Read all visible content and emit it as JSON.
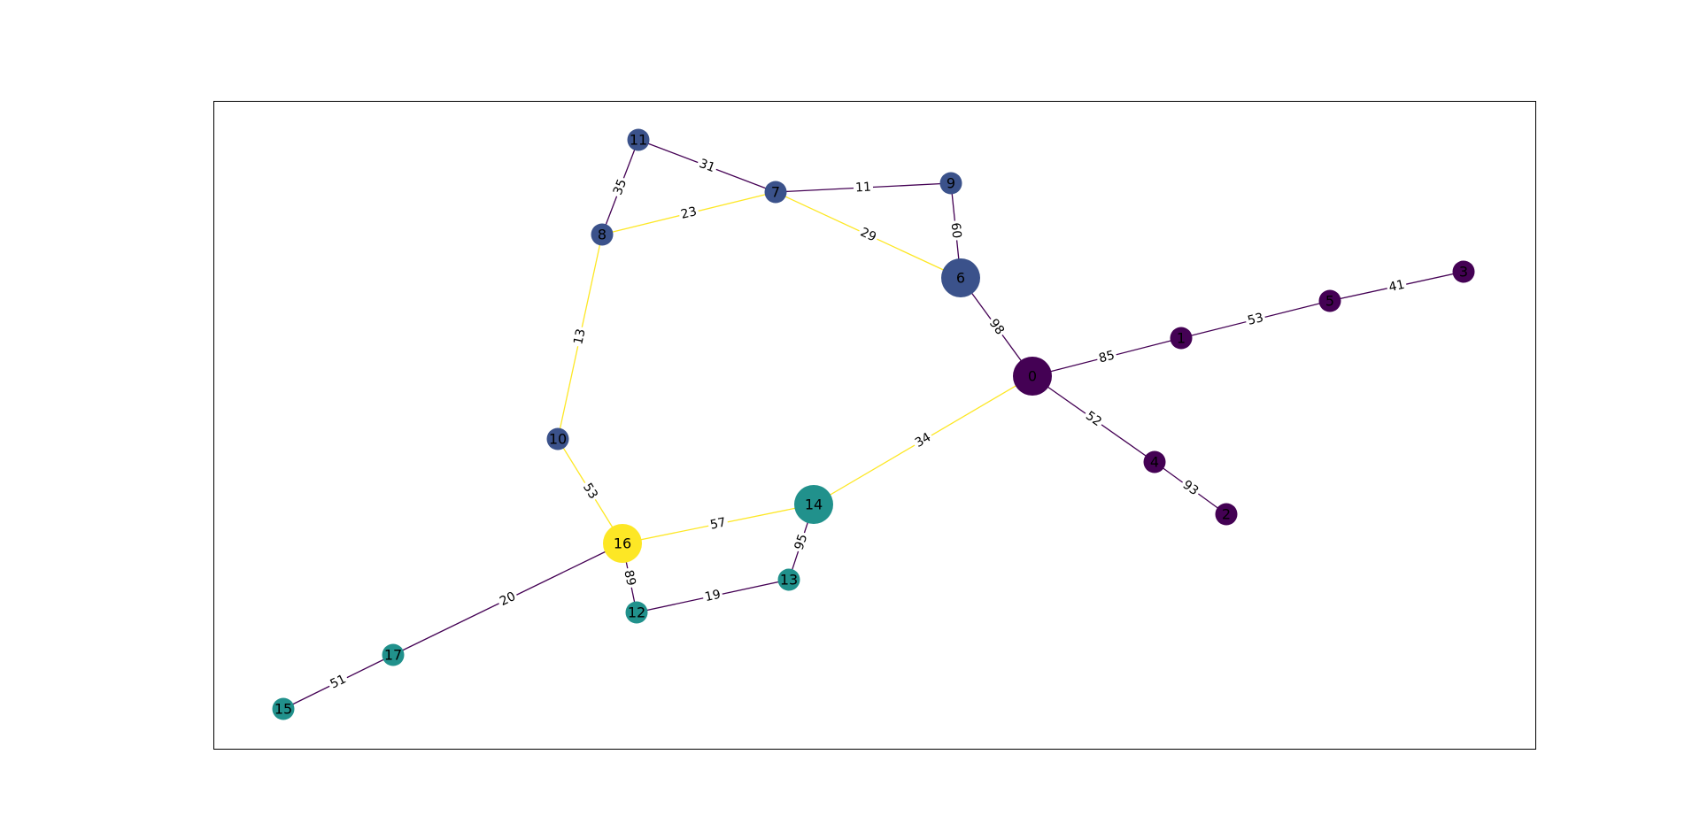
{
  "colors": {
    "purple": "#440154",
    "blue": "#3b528b",
    "teal": "#21918c",
    "yellow": "#fde725"
  },
  "nodes": [
    {
      "id": "0",
      "label": "0",
      "color": "purple",
      "size": "large"
    },
    {
      "id": "1",
      "label": "1",
      "color": "purple",
      "size": "small"
    },
    {
      "id": "2",
      "label": "2",
      "color": "purple",
      "size": "small"
    },
    {
      "id": "3",
      "label": "3",
      "color": "purple",
      "size": "small"
    },
    {
      "id": "4",
      "label": "4",
      "color": "purple",
      "size": "small"
    },
    {
      "id": "5",
      "label": "5",
      "color": "purple",
      "size": "small"
    },
    {
      "id": "6",
      "label": "6",
      "color": "blue",
      "size": "large"
    },
    {
      "id": "7",
      "label": "7",
      "color": "blue",
      "size": "small"
    },
    {
      "id": "8",
      "label": "8",
      "color": "blue",
      "size": "small"
    },
    {
      "id": "9",
      "label": "9",
      "color": "blue",
      "size": "small"
    },
    {
      "id": "10",
      "label": "10",
      "color": "blue",
      "size": "small"
    },
    {
      "id": "11",
      "label": "11",
      "color": "blue",
      "size": "small"
    },
    {
      "id": "12",
      "label": "12",
      "color": "teal",
      "size": "small"
    },
    {
      "id": "13",
      "label": "13",
      "color": "teal",
      "size": "small"
    },
    {
      "id": "14",
      "label": "14",
      "color": "teal",
      "size": "large"
    },
    {
      "id": "15",
      "label": "15",
      "color": "teal",
      "size": "small"
    },
    {
      "id": "16",
      "label": "16",
      "color": "yellow",
      "size": "large"
    },
    {
      "id": "17",
      "label": "17",
      "color": "teal",
      "size": "small"
    }
  ],
  "edges": [
    {
      "source": "11",
      "target": "7",
      "weight": "31",
      "color": "purple"
    },
    {
      "source": "11",
      "target": "8",
      "weight": "35",
      "color": "purple"
    },
    {
      "source": "7",
      "target": "9",
      "weight": "11",
      "color": "purple"
    },
    {
      "source": "8",
      "target": "7",
      "weight": "23",
      "color": "yellow"
    },
    {
      "source": "7",
      "target": "6",
      "weight": "29",
      "color": "yellow"
    },
    {
      "source": "9",
      "target": "6",
      "weight": "60",
      "color": "purple"
    },
    {
      "source": "8",
      "target": "10",
      "weight": "13",
      "color": "yellow"
    },
    {
      "source": "6",
      "target": "0",
      "weight": "98",
      "color": "purple"
    },
    {
      "source": "0",
      "target": "1",
      "weight": "85",
      "color": "purple"
    },
    {
      "source": "1",
      "target": "5",
      "weight": "53",
      "color": "purple"
    },
    {
      "source": "5",
      "target": "3",
      "weight": "41",
      "color": "purple"
    },
    {
      "source": "0",
      "target": "4",
      "weight": "52",
      "color": "purple"
    },
    {
      "source": "4",
      "target": "2",
      "weight": "93",
      "color": "purple"
    },
    {
      "source": "0",
      "target": "14",
      "weight": "34",
      "color": "yellow"
    },
    {
      "source": "10",
      "target": "16",
      "weight": "53",
      "color": "yellow"
    },
    {
      "source": "16",
      "target": "14",
      "weight": "57",
      "color": "yellow"
    },
    {
      "source": "14",
      "target": "13",
      "weight": "95",
      "color": "purple"
    },
    {
      "source": "16",
      "target": "12",
      "weight": "89",
      "color": "purple"
    },
    {
      "source": "12",
      "target": "13",
      "weight": "19",
      "color": "purple"
    },
    {
      "source": "16",
      "target": "17",
      "weight": "20",
      "color": "purple"
    },
    {
      "source": "17",
      "target": "15",
      "weight": "51",
      "color": "purple"
    }
  ]
}
